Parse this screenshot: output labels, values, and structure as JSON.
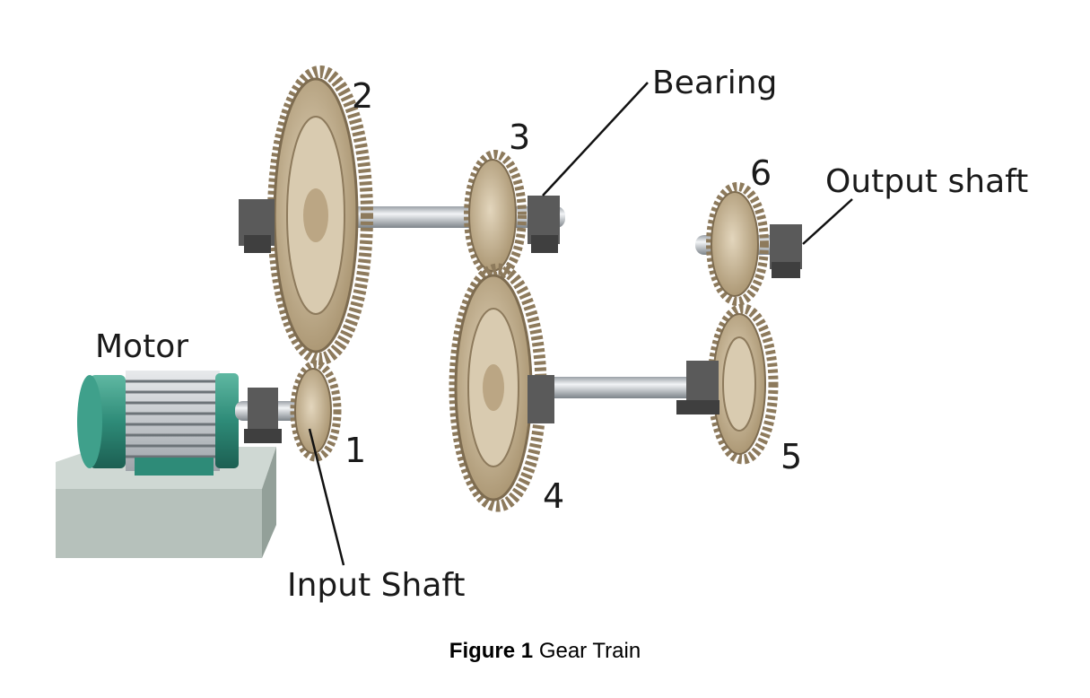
{
  "labels": {
    "motor": "Motor",
    "input_shaft": "Input Shaft",
    "bearing": "Bearing",
    "output_shaft": "Output shaft",
    "gear_1": "1",
    "gear_2": "2",
    "gear_3": "3",
    "gear_4": "4",
    "gear_5": "5",
    "gear_6": "6"
  },
  "caption": {
    "figure_number": "Figure 1",
    "title": "Gear Train"
  },
  "colors": {
    "gear": "#c8b79a",
    "gear_dark": "#8d7a5c",
    "shaft": "#cfd3d8",
    "bearing": "#5a5a5a",
    "motor": "#2e8b78",
    "base": "#b8c3bd"
  }
}
